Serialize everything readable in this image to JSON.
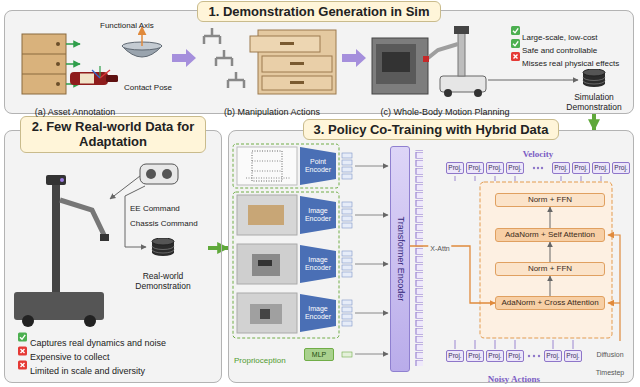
{
  "diagram": {
    "nodes": [
      {
        "text": [
          "1. Demonstration Generation in Sim"
        ]
      },
      {
        "text": [
          "Simulation Demonstration"
        ],
        "in": 0
      },
      {
        "text": [
          "2. Few Real-world Data for Adaptation"
        ]
      },
      {
        "text": [
          "Real-world Demonstration"
        ],
        "in": 2
      },
      {
        "text": [
          "3. Policy Co-Training with Hybrid Data"
        ]
      },
      {
        "text": [
          "Point Encoder"
        ],
        "in": 4
      },
      {
        "text": [
          "Image Encoder"
        ],
        "in": 4
      },
      {
        "text": [
          "Image Encoder"
        ],
        "in": 4
      },
      {
        "text": [
          "Image Encoder"
        ],
        "in": 4
      },
      {
        "text": [
          "MLP"
        ],
        "in": 4
      },
      {
        "text": [
          "Transformer Encoder"
        ],
        "in": 4
      },
      {
        "text": [
          "Proj."
        ],
        "in": 4
      },
      {
        "text": [
          "Proj."
        ],
        "in": 4
      },
      {
        "text": [
          "Proj."
        ],
        "in": 4
      },
      {
        "text": [
          "Proj."
        ],
        "in": 4
      },
      {
        "text": [
          "Proj."
        ],
        "in": 4
      },
      {
        "text": [
          "Proj."
        ],
        "in": 4
      },
      {
        "text": [
          "Proj."
        ],
        "in": 4
      },
      {
        "text": [
          "Proj."
        ],
        "in": 4
      },
      {
        "text": [
          "Norm + FFN"
        ],
        "in": 4
      },
      {
        "text": [
          "AdaNorm + Self Attention"
        ],
        "in": 4
      },
      {
        "text": [
          "Norm + FFN"
        ],
        "in": 4
      },
      {
        "text": [
          "AdaNorm + Cross Attention"
        ],
        "in": 4
      },
      {
        "text": [
          "Proj."
        ],
        "in": 4
      },
      {
        "text": [
          "Proj."
        ],
        "in": 4
      },
      {
        "text": [
          "Proj."
        ],
        "in": 4
      },
      {
        "text": [
          "Proj."
        ],
        "in": 4
      },
      {
        "text": [
          "Proj."
        ],
        "in": 4
      },
      {
        "text": [
          "Proj."
        ],
        "in": 4
      }
    ],
    "edges": [
      {
        "from": 1,
        "to": 4,
        "arrow": "to"
      },
      {
        "from": 3,
        "to": 4,
        "arrow": "to"
      },
      {
        "from": 10,
        "to": 22,
        "label": "X-Attn",
        "arrow": "to"
      },
      {
        "from": 22,
        "to": 21,
        "arrow": "to"
      },
      {
        "from": 21,
        "to": 20,
        "arrow": "to"
      },
      {
        "from": 20,
        "to": 19,
        "arrow": "to"
      }
    ],
    "labels": [
      "Functional Axis",
      "Contact Pose",
      "(a) Asset Annotation",
      "(b) Manipulation Actions",
      "(c) Whole-Body Motion Planning",
      "Large-scale, low-cost",
      "Safe and controllable",
      "Misses real physical effects",
      "EE Command",
      "Chassis Command",
      "Captures real dynamics and noise",
      "Expensive to collect",
      "Limited in scale and diversity",
      "Velocity",
      "Proprioception",
      "Diffusion Timestep",
      "Noisy Actions"
    ]
  }
}
